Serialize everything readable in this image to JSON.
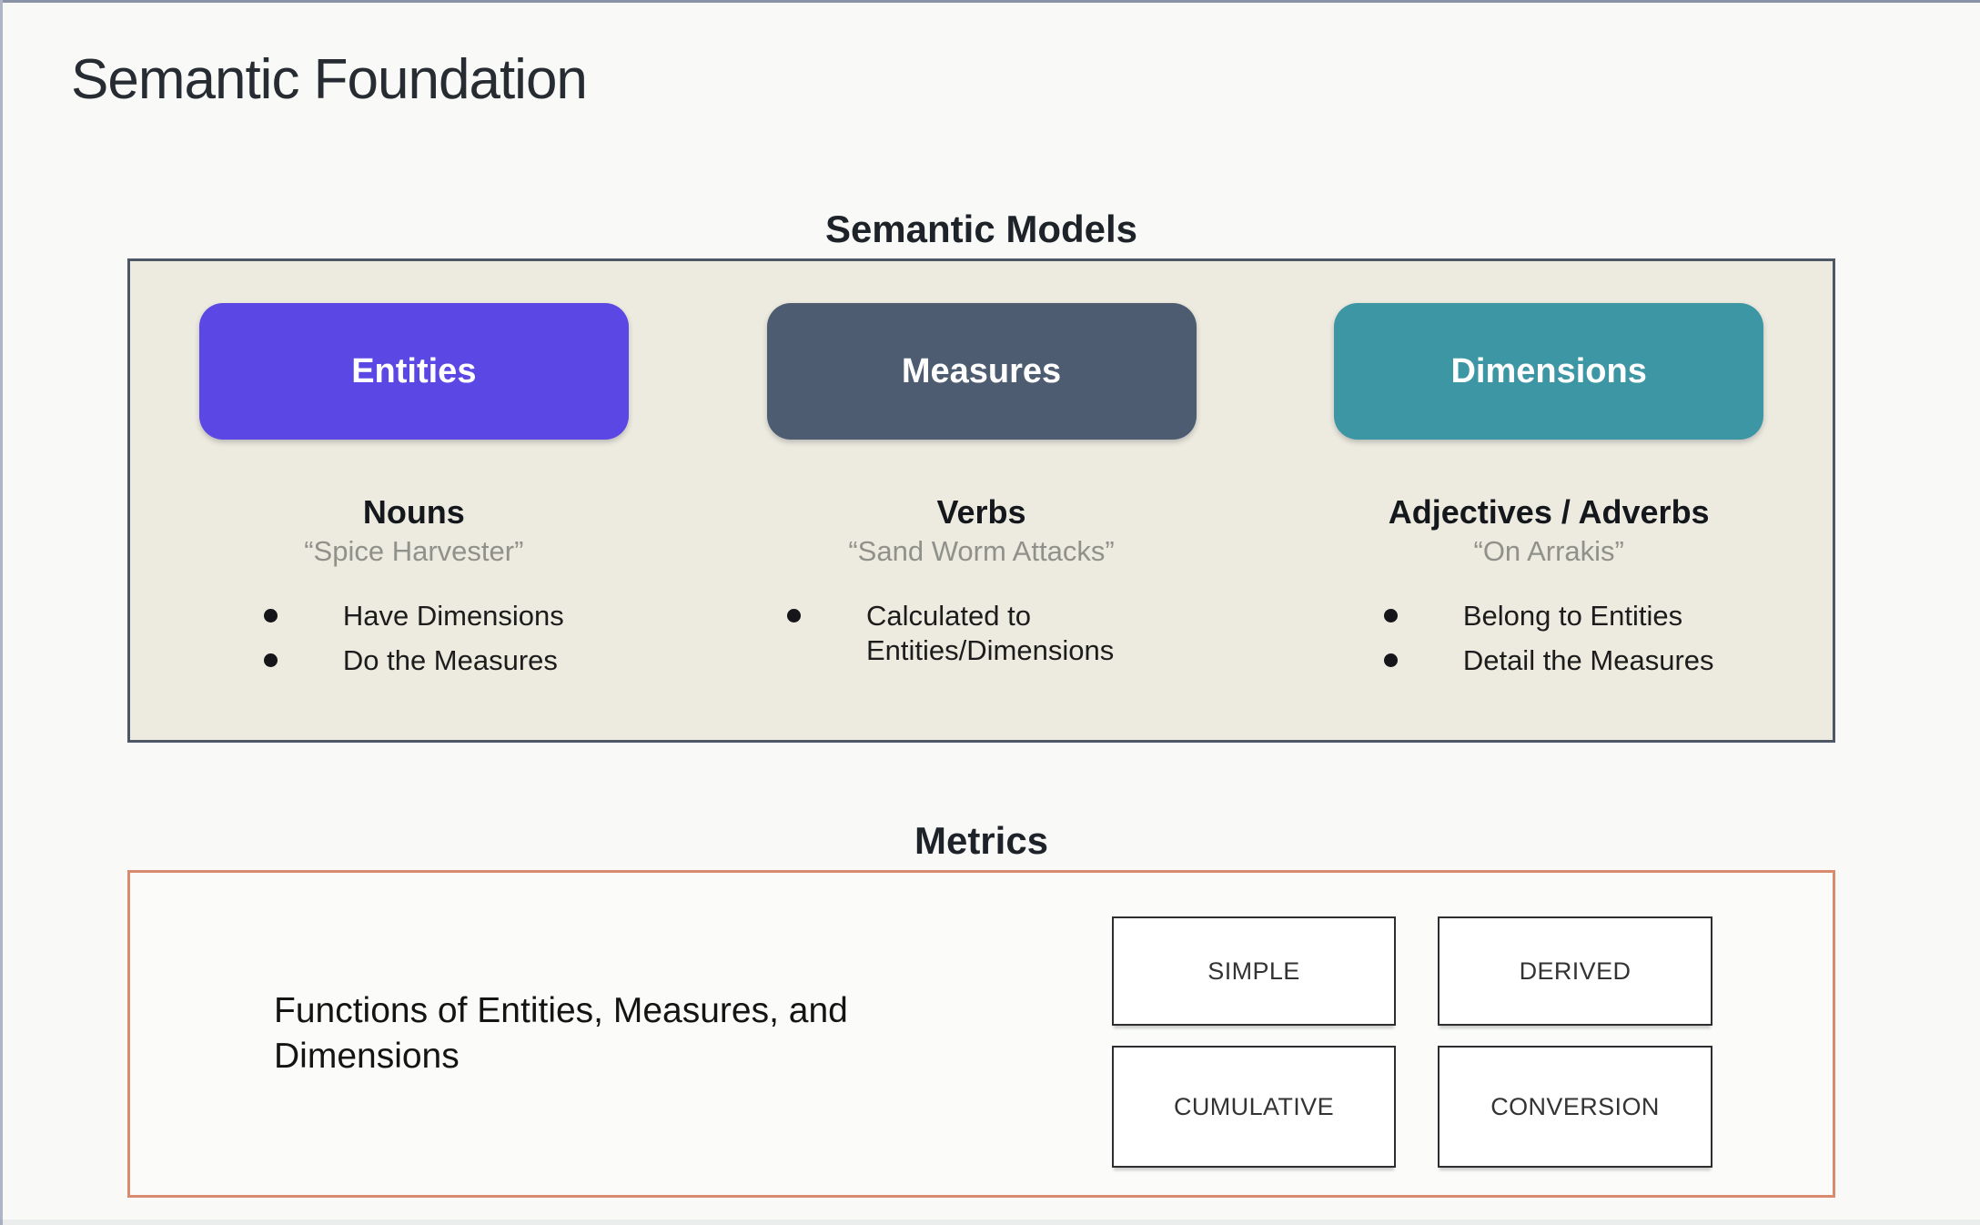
{
  "slide": {
    "title": "Semantic Foundation"
  },
  "semantic_models": {
    "heading": "Semantic Models",
    "panel_bg": "#edebdf",
    "panel_border": "#4d5766",
    "columns": [
      {
        "name": "Entities",
        "color": "#5b47e3",
        "role": "Nouns",
        "example": "“Spice Harvester”",
        "bullets": [
          "Have Dimensions",
          "Do the Measures"
        ]
      },
      {
        "name": "Measures",
        "color": "#4d5c70",
        "role": "Verbs",
        "example": "“Sand Worm Attacks”",
        "bullets": [
          "Calculated to Entities/Dimensions"
        ]
      },
      {
        "name": "Dimensions",
        "color": "#3d96a3",
        "role": "Adjectives / Adverbs",
        "example": "“On Arrakis”",
        "bullets": [
          "Belong to Entities",
          "Detail the Measures"
        ]
      }
    ]
  },
  "metrics": {
    "heading": "Metrics",
    "border_color": "#da8a6f",
    "description": "Functions of Entities, Measures, and Dimensions",
    "types": [
      "SIMPLE",
      "DERIVED",
      "CUMULATIVE",
      "CONVERSION"
    ]
  }
}
